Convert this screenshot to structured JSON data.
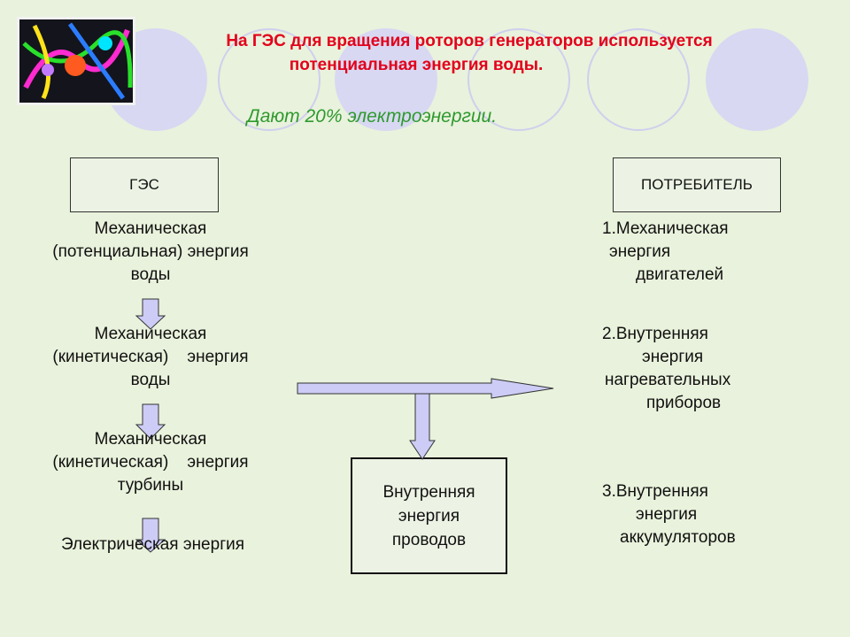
{
  "header": {
    "title_line1": "На ГЭС для вращения роторов генераторов используется",
    "title_line2": "потенциальная энергия воды.",
    "subtitle": "Дают 20% электроэнергии."
  },
  "source": {
    "box_label": "ГЭС",
    "stages": [
      [
        "Механическая",
        "(потенциальная) энергия",
        "воды"
      ],
      [
        "Механическая",
        "(кинетическая)    энергия",
        "воды"
      ],
      [
        "Механическая",
        "(кинетическая)    энергия",
        "турбины"
      ],
      [
        "Электрическая энергия"
      ]
    ]
  },
  "consumer": {
    "box_label": "ПОТРЕБИТЕЛЬ",
    "items": [
      [
        "1.Механическая",
        "энергия",
        "двигателей"
      ],
      [
        "2.Внутренняя",
        "энергия",
        "нагревательных",
        "приборов"
      ],
      [
        "3.Внутренняя",
        "энергия",
        "аккумуляторов"
      ]
    ]
  },
  "wires": {
    "lines": [
      "Внутренняя",
      "энергия",
      "проводов"
    ]
  },
  "colors": {
    "background": "#e9f2dc",
    "title": "#e3001b",
    "subtitle": "#2e9a2e",
    "arrow_fill": "#ccccf6",
    "arrow_stroke": "#333333"
  }
}
